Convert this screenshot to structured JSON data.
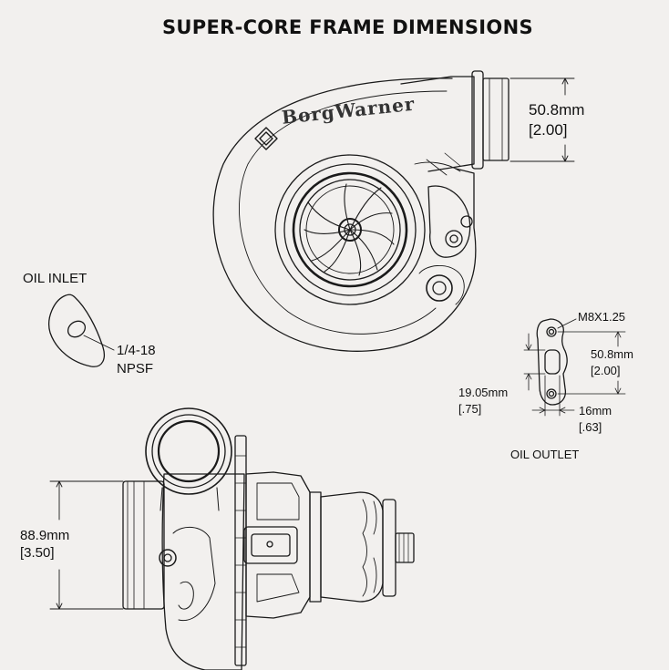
{
  "title": "SUPER-CORE FRAME DIMENSIONS",
  "brand_logo_text": "BorgWarner",
  "compressor_outlet": {
    "mm": "50.8mm",
    "in": "[2.00]"
  },
  "oil_inlet": {
    "title": "OIL INLET",
    "thread": "1/4-18",
    "type": "NPSF"
  },
  "oil_outlet": {
    "title": "OIL OUTLET",
    "bolt": "M8X1.25",
    "bolt_spacing_mm": "50.8mm",
    "bolt_spacing_in": "[2.00]",
    "port_width_mm": "19.05mm",
    "port_width_in": "[.75]",
    "flange_width_mm": "16mm",
    "flange_width_in": "[.63]"
  },
  "compressor_inlet": {
    "mm": "88.9mm",
    "in": "[3.50]"
  },
  "colors": {
    "background": "#f2f0ee",
    "line": "#1a1a1a"
  }
}
